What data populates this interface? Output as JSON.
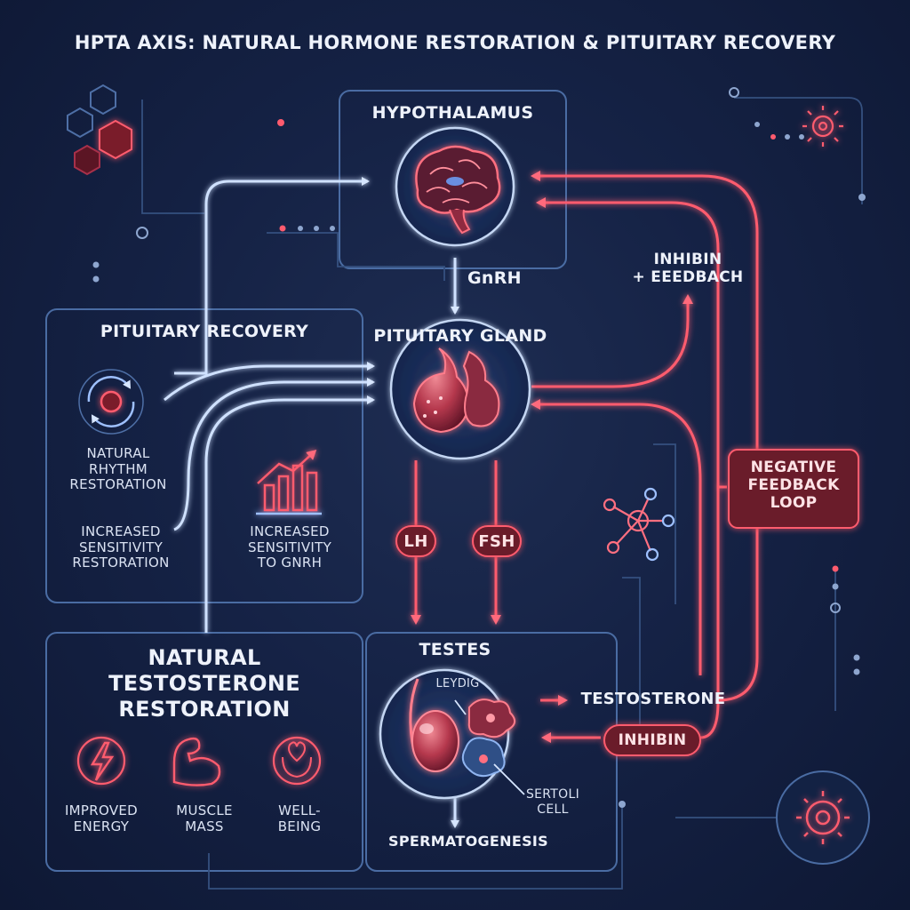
{
  "title": "HPTA AXIS: NATURAL HORMONE RESTORATION & PITUITARY RECOVERY",
  "nodes": {
    "hypothalamus": "HYPOTHALAMUS",
    "gnrh": "GnRH",
    "pituitary_gland": "PITUITARY GLAND",
    "lh": "LH",
    "fsh": "FSH",
    "testes": "TESTES",
    "leydig": "LEYDIG",
    "sertoli": "SERTOLI\nCELL",
    "spermatogenesis": "SPERMATOGENESIS",
    "testosterone": "TESTOSTERONE",
    "inhibin": "INHIBIN",
    "inhibin_feedback": "INHIBIN\n+ EEEDBACH",
    "negative_feedback_loop": "NEGATIVE\nFEEDBACK\nLOOP"
  },
  "pituitary_recovery": {
    "heading": "PITUITARY RECOVERY",
    "item_rhythm": "NATURAL\nRHYTHM\nRESTORATION",
    "item_sensitivity": "INCREASED\nSENSITIVITY\nRESTORATION",
    "item_gnrh_sensitivity": "INCREASED\nSENSITIVITY\nTO GnRH"
  },
  "testosterone_restoration": {
    "heading": "NATURAL\nTESTOSTERONE\nRESTORATION",
    "benefit_energy": "IMPROVED\nENERGY",
    "benefit_muscle": "MUSCLE\nMASS",
    "benefit_wellbeing": "WELL-\nBEING"
  },
  "icons": {
    "brain": "brain-icon",
    "pituitary": "pituitary-gland-icon",
    "testes": "testes-icon",
    "cycle": "cycle-icon",
    "chart": "rising-chart-icon",
    "energy": "lightning-icon",
    "muscle": "flexed-arm-icon",
    "wellbeing": "heart-hands-icon",
    "network": "molecule-network-icon",
    "gear": "gear-icon",
    "hexagon": "hexagon-icon"
  },
  "colors": {
    "background": "#152245",
    "blue_line": "#cfe1ff",
    "red_line": "#ff5b6e",
    "panel_border": "#4a6ca3",
    "pill_fill": "#6b1a2b"
  }
}
